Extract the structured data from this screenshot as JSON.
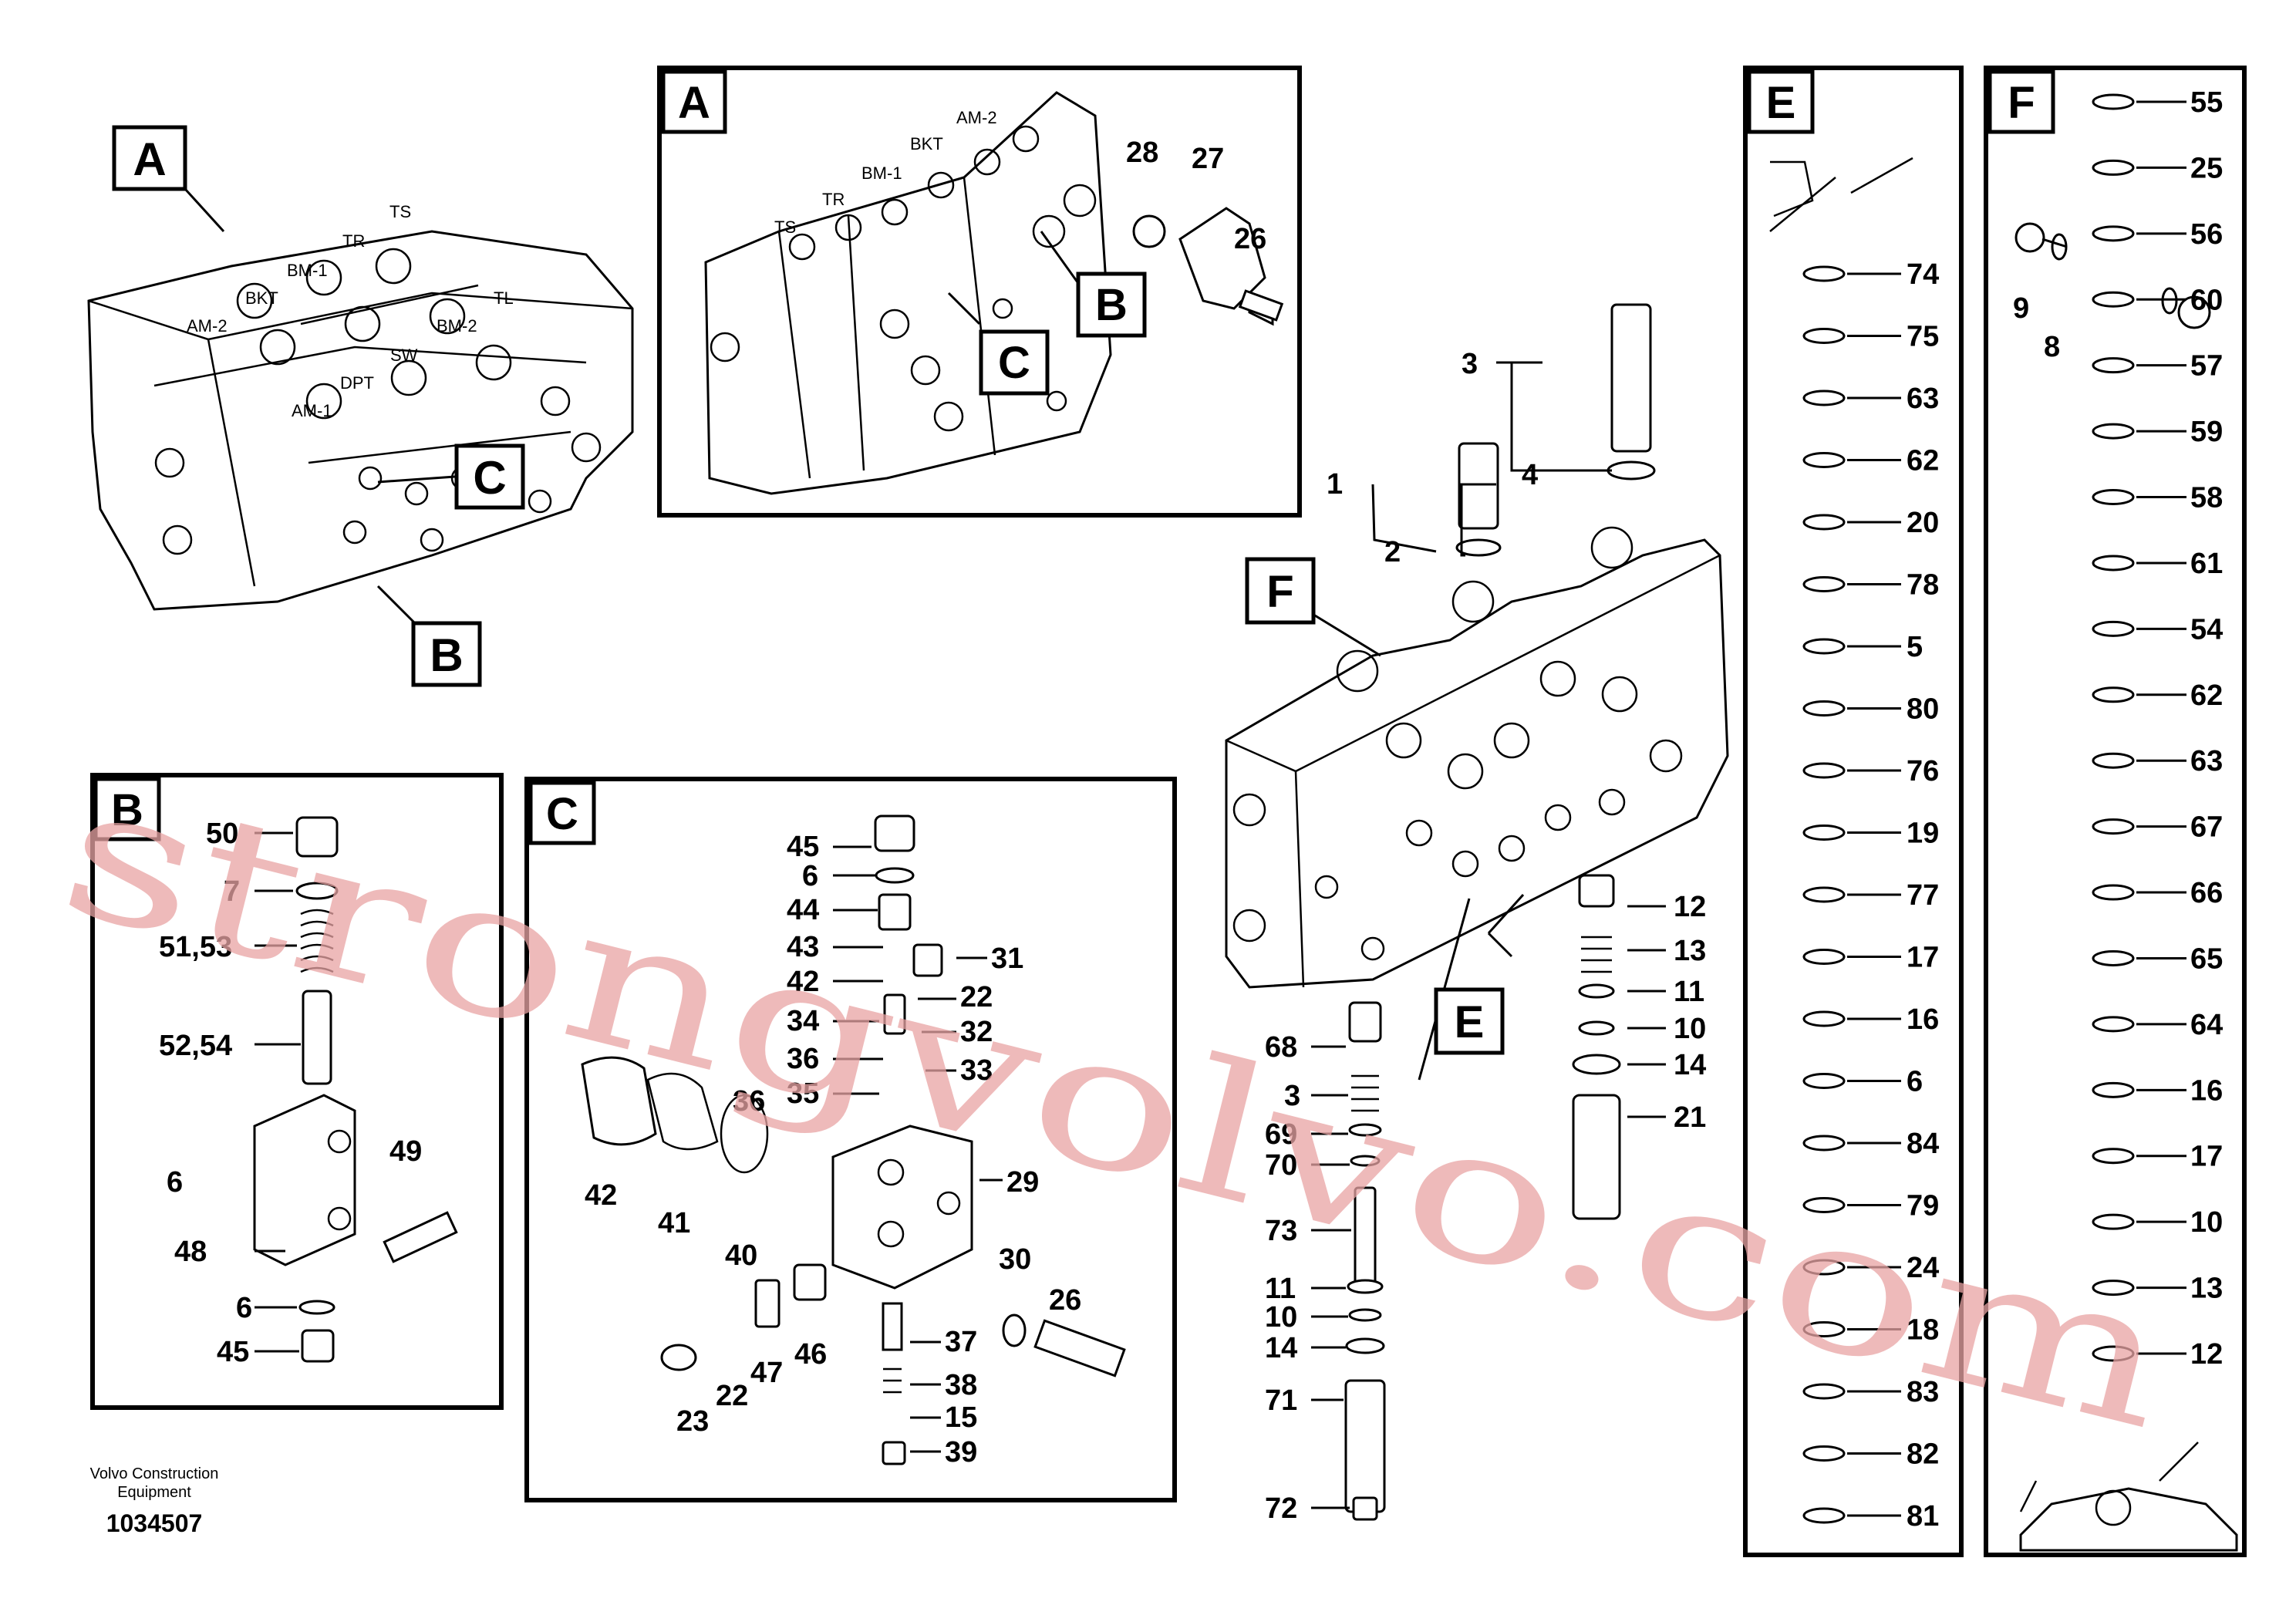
{
  "colors": {
    "ink": "#000000",
    "watermark": "#e9a4a4",
    "paper": "#ffffff"
  },
  "watermark": "strongvolvo.com",
  "footer": {
    "company_line1": "Volvo Construction",
    "company_line2": "Equipment",
    "drawing_number": "1034507"
  },
  "overview": {
    "section_tags": {
      "a": "A",
      "b": "B",
      "c": "C"
    },
    "port_labels": {
      "ts": "TS",
      "tr": "TR",
      "bm1": "BM-1",
      "bkt": "BKT",
      "am2": "AM-2",
      "tl": "TL",
      "bm2": "BM-2",
      "sw": "SW",
      "dpt": "DPT",
      "am1": "AM-1"
    }
  },
  "panel_a": {
    "title": "A",
    "port_labels": {
      "am2": "AM-2",
      "bkt": "BKT",
      "bm1": "BM-1",
      "tr": "TR",
      "ts": "TS"
    },
    "callouts": {
      "b": "B",
      "c": "C"
    },
    "parts": {
      "p28": "28",
      "p27": "27",
      "p26": "26"
    }
  },
  "panel_b": {
    "title": "B",
    "parts": {
      "p50": "50",
      "p7": "7",
      "p51": "51,53",
      "p52": "52,54",
      "p49": "49",
      "p6a": "6",
      "p48": "48",
      "p6b": "6",
      "p45": "45"
    }
  },
  "panel_c": {
    "title": "C",
    "parts": {
      "p45": "45",
      "p6": "6",
      "p44": "44",
      "p43": "43",
      "p31": "31",
      "p42n": "42",
      "p22a": "22",
      "p34": "34",
      "p32": "32",
      "p36a": "36",
      "p33": "33",
      "p35": "35",
      "p36b": "36",
      "p29": "29",
      "p42": "42",
      "p41": "41",
      "p40": "40",
      "p30": "30",
      "p26": "26",
      "p46": "46",
      "p47": "47",
      "p37": "37",
      "p22b": "22",
      "p23": "23",
      "p38": "38",
      "p15": "15",
      "p39": "39"
    }
  },
  "main_view": {
    "tags": {
      "f": "F",
      "e": "E"
    },
    "parts": {
      "p3": "3",
      "p4": "4",
      "p1": "1",
      "p2": "2",
      "p12": "12",
      "p13": "13",
      "p11a": "11",
      "p10a": "10",
      "p14a": "14",
      "p21": "21",
      "p68": "68",
      "p3b": "3",
      "p69": "69",
      "p70": "70",
      "p73": "73",
      "p11b": "11",
      "p10b": "10",
      "p14b": "14",
      "p71": "71",
      "p72": "72"
    }
  },
  "panel_e": {
    "title": "E",
    "parts": [
      "74",
      "75",
      "63",
      "62",
      "20",
      "78",
      "5",
      "80",
      "76",
      "19",
      "77",
      "17",
      "16",
      "6",
      "84",
      "79",
      "24",
      "18",
      "83",
      "82",
      "81"
    ]
  },
  "panel_f": {
    "title": "F",
    "parts": [
      "55",
      "25",
      "56",
      "60",
      "57",
      "59",
      "58",
      "61",
      "54",
      "62",
      "63",
      "67",
      "66",
      "65",
      "64",
      "16",
      "17",
      "10",
      "13",
      "12"
    ],
    "side_parts": {
      "p9": "9",
      "p8": "8"
    }
  }
}
